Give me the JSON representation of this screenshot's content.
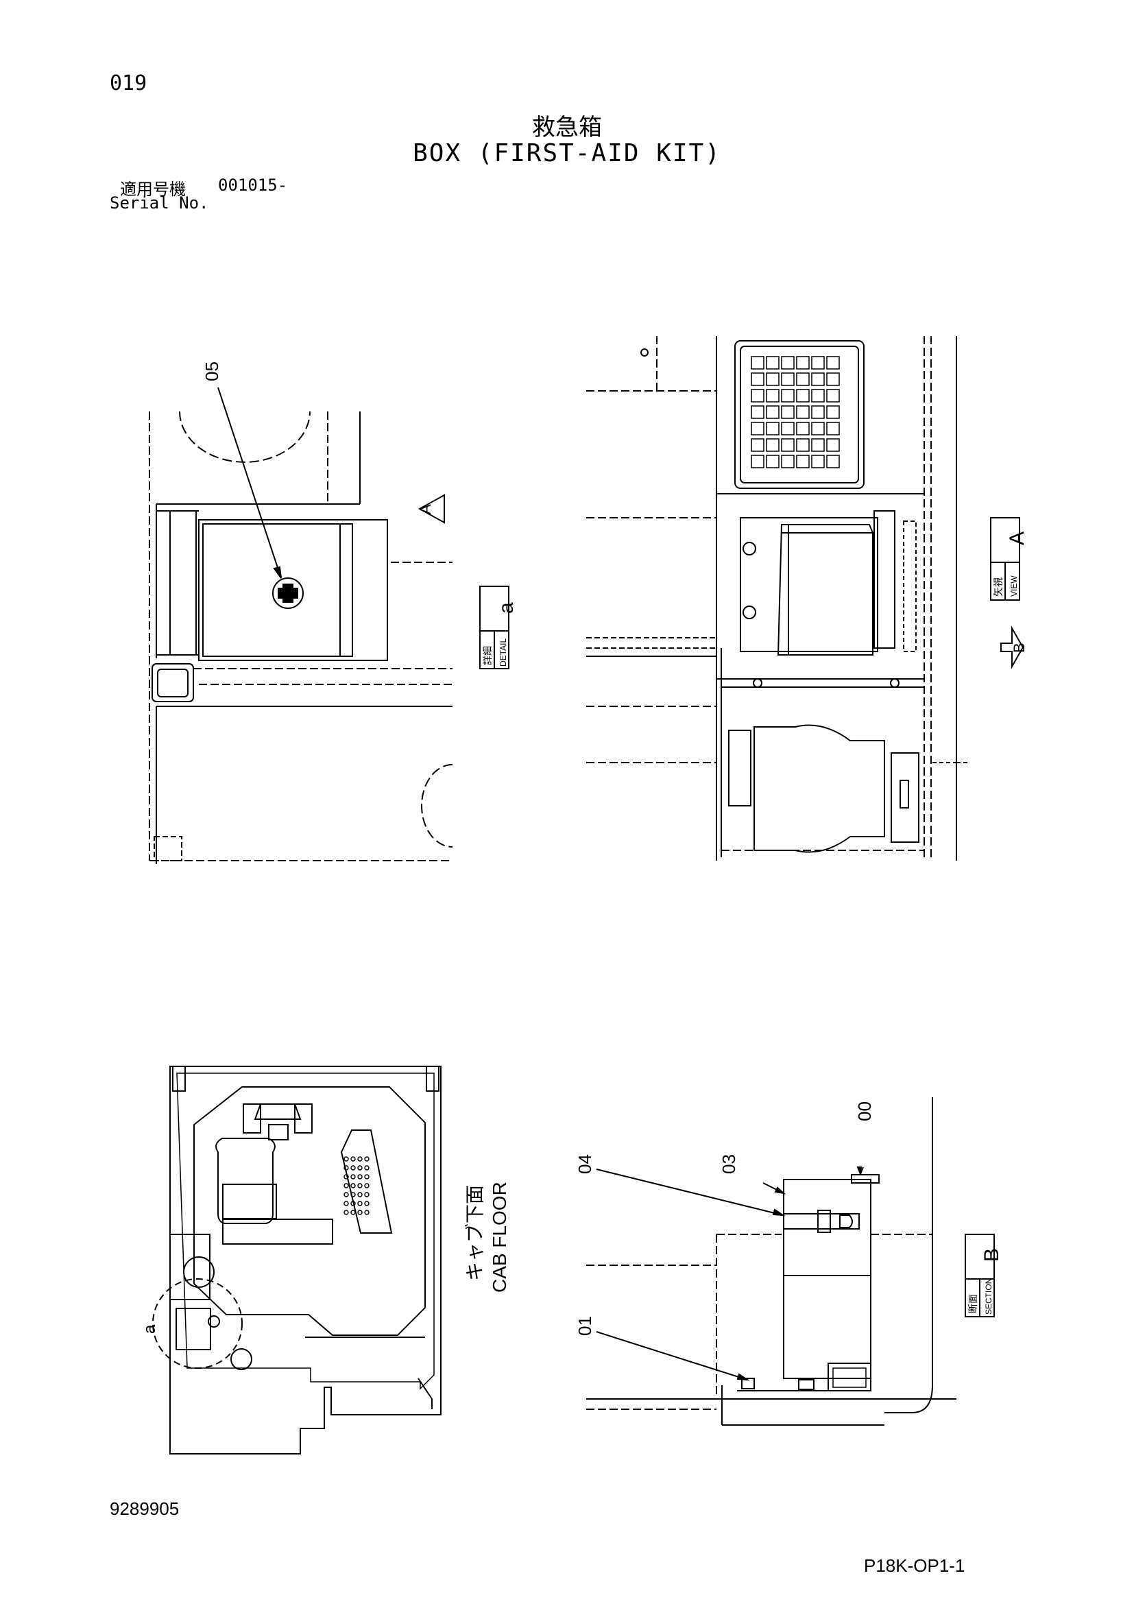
{
  "header": {
    "page_number": "019",
    "title_jp": "救急箱",
    "title_en": "BOX (FIRST-AID KIT)",
    "serial_label_jp": "適用号機",
    "serial_number": "001015-",
    "serial_label_en": "Serial No."
  },
  "callouts": {
    "detail_view": {
      "part": "05",
      "view_arrow": "A"
    },
    "detail_label": {
      "jp": "詳細",
      "en": "DETAIL",
      "letter": "a"
    },
    "view_label": {
      "jp": "矢視",
      "en": "VIEW",
      "letter": "A"
    },
    "section_arrow": "B",
    "cab_floor": {
      "jp": "キャブ下面",
      "en": "CAB FLOOR",
      "detail_marker": "a"
    },
    "section_view": {
      "parts": [
        "00",
        "03",
        "04",
        "01"
      ]
    },
    "section_label": {
      "jp": "断面",
      "en": "SECTION",
      "letter": "B"
    }
  },
  "footer": {
    "document_number": "9289905",
    "sheet_number": "P18K-OP1-1"
  }
}
